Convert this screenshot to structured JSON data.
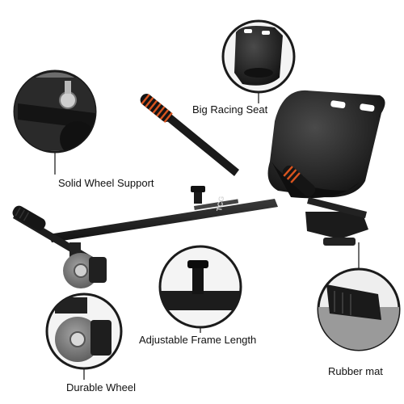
{
  "callouts": {
    "seat": "Big Racing Seat",
    "wheel_support": "Solid Wheel Support",
    "frame_length": "Adjustable Frame Length",
    "durable_wheel": "Durable Wheel",
    "rubber_mat": "Rubber mat"
  },
  "product": {
    "frame_marking": "TCG"
  },
  "colors": {
    "frame": "#1c1c1c",
    "seat": "#252525",
    "grip": "#d9541f",
    "wheel": "#7c7c7c",
    "leader_line": "#222222"
  }
}
